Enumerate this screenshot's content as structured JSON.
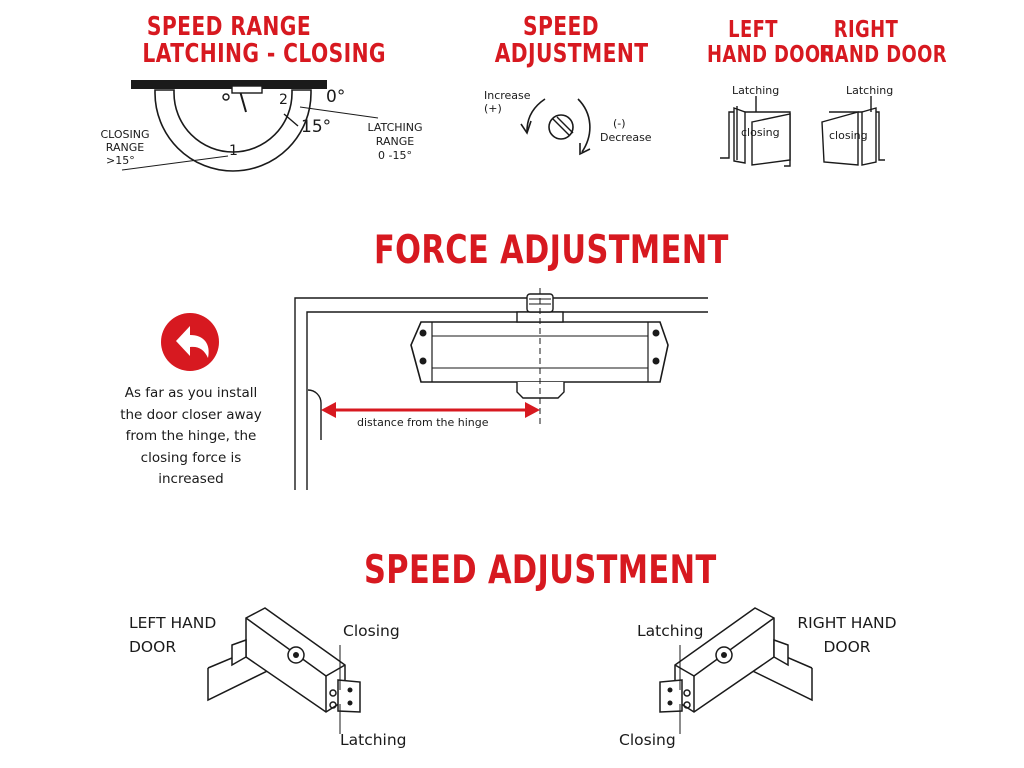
{
  "speed_range": {
    "title_line1": "SPEED RANGE",
    "title_line2": "LATCHING - CLOSING",
    "zero_deg": "0°",
    "fifteen_deg": "15°",
    "marker_1": "1",
    "marker_2": "2",
    "closing_range_line1": "CLOSING",
    "closing_range_line2": "RANGE",
    "closing_range_line3": ">15°",
    "latching_range_line1": "LATCHING",
    "latching_range_line2": "RANGE",
    "latching_range_line3": "0 -15°"
  },
  "speed_adjustment_small": {
    "title_line1": "SPEED",
    "title_line2": "ADJUSTMENT",
    "increase_label": "Increase",
    "increase_sign": "(+)",
    "decrease_sign": "(-)",
    "decrease_label": "Decrease"
  },
  "doors": {
    "left_title_line1": "LEFT",
    "left_title_line2": "HAND DOOR",
    "right_title_line1": "RIGHT",
    "right_title_line2": "HAND DOOR",
    "left_latching": "Latching",
    "left_closing": "closing",
    "right_latching": "Latching",
    "right_closing": "closing"
  },
  "force_adjustment": {
    "title": "FORCE ADJUSTMENT",
    "description_line1": "As far as you install",
    "description_line2": "the door closer away",
    "description_line3": "from the hinge, the",
    "description_line4": "closing force is",
    "description_line5": "increased",
    "distance_label": "distance from the hinge"
  },
  "speed_adjustment_large": {
    "title": "SPEED ADJUSTMENT",
    "left_door_line1": "LEFT HAND",
    "left_door_line2": "DOOR",
    "left_closing": "Closing",
    "left_latching": "Latching",
    "right_door_line1": "RIGHT HAND",
    "right_door_line2": "DOOR",
    "right_latching": "Latching",
    "right_closing": "Closing"
  },
  "colors": {
    "accent_red": "#d71920",
    "line_dark": "#1a1a1a"
  }
}
